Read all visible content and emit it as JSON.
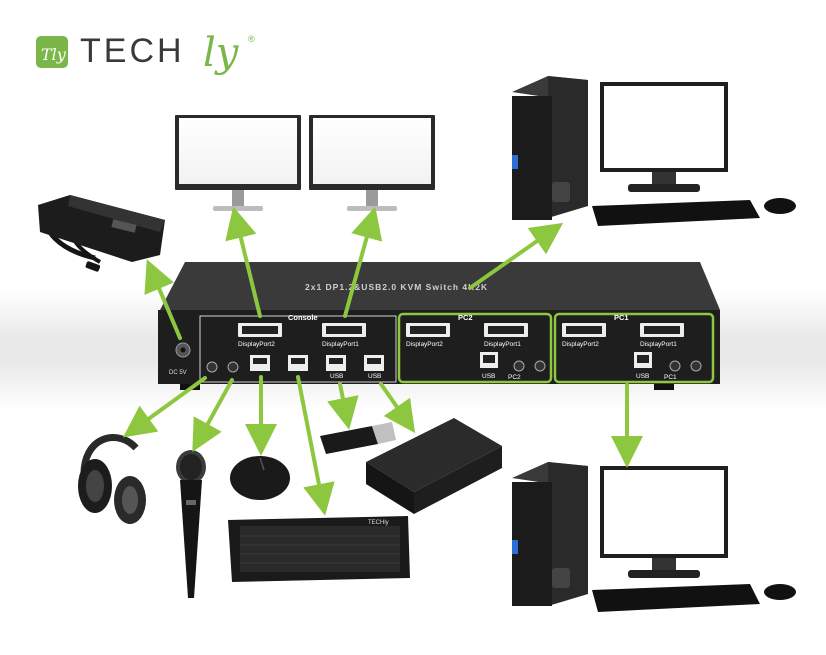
{
  "brand": {
    "logo_mark": "Tly",
    "name_part1": "TECH",
    "name_part2": "ly",
    "registered": "®"
  },
  "kvm": {
    "title": "2x1 DP1.2&USB2.0 KVM Switch 4K2K",
    "console_label": "Console",
    "pc2_label": "PC2",
    "pc1_label": "PC1",
    "dc_label": "DC 5V",
    "console_ports": {
      "dp2": "DisplayPort2",
      "dp1": "DisplayPort1",
      "usb_a": "USB",
      "usb_b": "USB"
    },
    "pc2_ports": {
      "dp2": "DisplayPort2",
      "dp1": "DisplayPort1",
      "usb": "USB",
      "pc": "PC2"
    },
    "pc1_ports": {
      "dp2": "DisplayPort2",
      "dp1": "DisplayPort1",
      "usb": "USB",
      "pc": "PC1"
    }
  },
  "keyboard_brand": "TECHly",
  "colors": {
    "accent_green": "#7ab648",
    "arrow_green": "#8dc63f",
    "device_black": "#1a1a1a",
    "kvm_body": "#2b2b2b"
  }
}
